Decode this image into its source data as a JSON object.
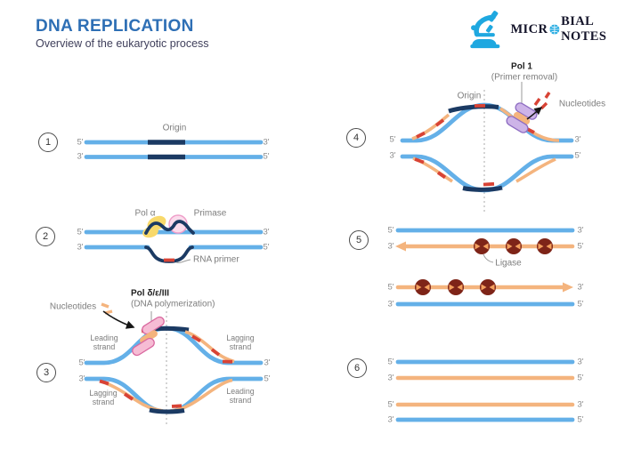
{
  "header": {
    "title": "DNA REPLICATION",
    "subtitle": "Overview of the eukaryotic process"
  },
  "logo": {
    "brand_part1": "MICR",
    "brand_part2": "BIAL NOTES"
  },
  "labels": {
    "five_prime": "5'",
    "three_prime": "3'"
  },
  "steps": {
    "s1": {
      "num": "1",
      "origin": "Origin"
    },
    "s2": {
      "num": "2",
      "pol_alpha": "Pol α",
      "primase": "Primase",
      "rna_primer": "RNA primer"
    },
    "s3": {
      "num": "3",
      "nucleotides": "Nucleotides",
      "pol": "Pol δ/ε/III",
      "pol_sub": "(DNA polymerization)",
      "leading": "Leading strand",
      "lagging": "Lagging strand"
    },
    "s4": {
      "num": "4",
      "pol1": "Pol 1",
      "pol1_sub": "(Primer removal)",
      "origin": "Origin",
      "nucleotides": "Nucleotides"
    },
    "s5": {
      "num": "5",
      "ligase": "Ligase"
    },
    "s6": {
      "num": "6"
    }
  },
  "colors": {
    "title_blue": "#2e6fb5",
    "strand_blue": "#64b0e8",
    "navy": "#1b3a63",
    "orange": "#f4b47e",
    "red": "#d84335",
    "yellow": "#f8d96b",
    "pink": "#f6bcd4",
    "purple": "#cdb4e8",
    "maroon": "#7e2418",
    "logo_blue": "#1fa8e0"
  }
}
